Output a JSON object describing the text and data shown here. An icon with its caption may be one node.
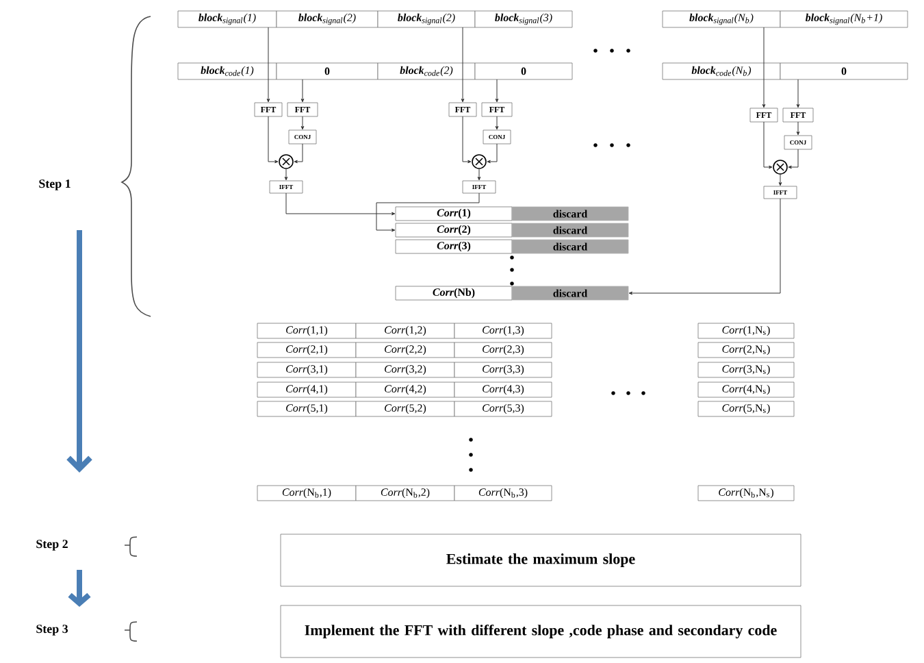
{
  "diagram": {
    "nodes": [
      {
        "text": [
          "**block**$_{signal}$(1)"
        ]
      },
      {
        "text": [
          "**block**$_{signal}$(2)"
        ]
      },
      {
        "text": [
          "**block**$_{signal}$(2)"
        ]
      },
      {
        "text": [
          "**block**$_{signal}$(3)"
        ]
      },
      {
        "text": [
          "**block**$_{signal}$(N$_{b}$)"
        ]
      },
      {
        "text": [
          "**block**$_{signal}$(N$_{b}$+1)"
        ]
      },
      {
        "text": [
          "**block**$_{code}$(1)"
        ]
      },
      {
        "text": [
          "0"
        ]
      },
      {
        "text": [
          "**block**$_{code}$(2)"
        ]
      },
      {
        "text": [
          "0"
        ]
      },
      {
        "text": [
          "**block**$_{code}$(N$_{b}$)"
        ]
      },
      {
        "text": [
          "0"
        ]
      },
      {
        "text": [
          "FFT"
        ]
      },
      {
        "text": [
          "FFT"
        ]
      },
      {
        "text": [
          "CONJ"
        ]
      },
      {
        "text": [],
        "shape": "circle"
      },
      {
        "text": [
          "IFFT"
        ]
      },
      {
        "text": [
          "FFT"
        ]
      },
      {
        "text": [
          "FFT"
        ]
      },
      {
        "text": [
          "CONJ"
        ]
      },
      {
        "text": [],
        "shape": "circle"
      },
      {
        "text": [
          "IFFT"
        ]
      },
      {
        "text": [
          "FFT"
        ]
      },
      {
        "text": [
          "FFT"
        ]
      },
      {
        "text": [
          "CONJ"
        ]
      },
      {
        "text": [],
        "shape": "circle"
      },
      {
        "text": [
          "IFFT"
        ]
      },
      {
        "text": [
          "*Corr*(1)"
        ]
      },
      {
        "text": [
          "discard"
        ]
      },
      {
        "text": [
          "*Corr*(2)"
        ]
      },
      {
        "text": [
          "discard"
        ]
      },
      {
        "text": [
          "*Corr*(3)"
        ]
      },
      {
        "text": [
          "discard"
        ]
      },
      {
        "text": [
          "*Corr*(Nb)"
        ]
      },
      {
        "text": [
          "discard"
        ]
      },
      {
        "text": [
          "*Corr*(1,1)"
        ]
      },
      {
        "text": [
          "*Corr*(1,2)"
        ]
      },
      {
        "text": [
          "*Corr*(1,3)"
        ]
      },
      {
        "text": [
          "*Corr*(1,N$_{s}$)"
        ]
      },
      {
        "text": [
          "*Corr*(2,1)"
        ]
      },
      {
        "text": [
          "*Corr*(2,2)"
        ]
      },
      {
        "text": [
          "*Corr*(2,3)"
        ]
      },
      {
        "text": [
          "*Corr*(2,N$_{s}$)"
        ]
      },
      {
        "text": [
          "*Corr*(3,1)"
        ]
      },
      {
        "text": [
          "*Corr*(3,2)"
        ]
      },
      {
        "text": [
          "*Corr*(3,3)"
        ]
      },
      {
        "text": [
          "*Corr*(3,N$_{s}$)"
        ]
      },
      {
        "text": [
          "*Corr*(4,1)"
        ]
      },
      {
        "text": [
          "*Corr*(4,2)"
        ]
      },
      {
        "text": [
          "*Corr*(4,3)"
        ]
      },
      {
        "text": [
          "*Corr*(4,N$_{s}$)"
        ]
      },
      {
        "text": [
          "*Corr*(5,1)"
        ]
      },
      {
        "text": [
          "*Corr*(5,2)"
        ]
      },
      {
        "text": [
          "*Corr*(5,3)"
        ]
      },
      {
        "text": [
          "*Corr*(5,N$_{s}$)"
        ]
      },
      {
        "text": [
          "*Corr*(N$_{b}$,1)"
        ]
      },
      {
        "text": [
          "*Corr*(N$_{b}$,2)"
        ]
      },
      {
        "text": [
          "*Corr*(N$_{b}$,3)"
        ]
      },
      {
        "text": [
          "*Corr*(N$_{b}$,N$_{s}$)"
        ]
      },
      {
        "text": [
          "Estimate the maximum slope"
        ]
      },
      {
        "text": [
          "Implement the FFT with different slope ,code phase and secondary code"
        ]
      }
    ],
    "edges": [
      {
        "from": 0,
        "to": 12,
        "arrow": "to"
      },
      {
        "from": 7,
        "to": 13,
        "arrow": "to"
      },
      {
        "from": 13,
        "to": 14,
        "arrow": "to"
      },
      {
        "from": 12,
        "to": 15,
        "arrow": "to"
      },
      {
        "from": 14,
        "to": 15,
        "arrow": "to"
      },
      {
        "from": 15,
        "to": 16,
        "arrow": "to"
      },
      {
        "from": 16,
        "to": 27,
        "arrow": "to"
      },
      {
        "from": 2,
        "to": 17,
        "arrow": "to"
      },
      {
        "from": 9,
        "to": 18,
        "arrow": "to"
      },
      {
        "from": 18,
        "to": 19,
        "arrow": "to"
      },
      {
        "from": 17,
        "to": 20,
        "arrow": "to"
      },
      {
        "from": 19,
        "to": 20,
        "arrow": "to"
      },
      {
        "from": 20,
        "to": 21,
        "arrow": "to"
      },
      {
        "from": 21,
        "to": 29,
        "arrow": "to"
      },
      {
        "from": 4,
        "to": 22,
        "arrow": "to"
      },
      {
        "from": 11,
        "to": 23,
        "arrow": "to"
      },
      {
        "from": 23,
        "to": 24,
        "arrow": "to"
      },
      {
        "from": 22,
        "to": 25,
        "arrow": "to"
      },
      {
        "from": 24,
        "to": 25,
        "arrow": "to"
      },
      {
        "from": 25,
        "to": 26,
        "arrow": "to"
      },
      {
        "from": 26,
        "to": 34,
        "arrow": "to"
      }
    ],
    "labels": [
      "Step 1",
      "Step 2",
      "Step 3"
    ]
  }
}
